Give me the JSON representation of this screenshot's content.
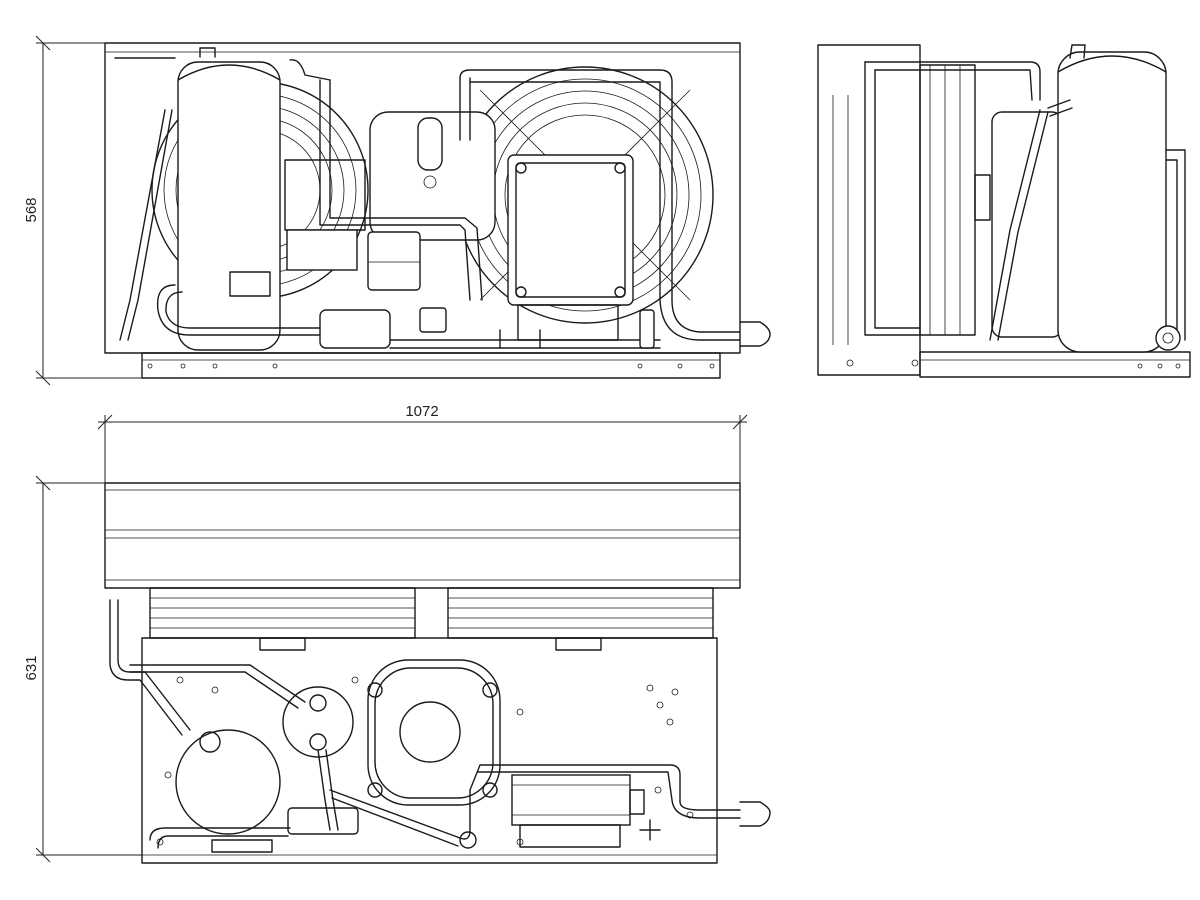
{
  "dimensions": {
    "height": "568",
    "width": "1072",
    "depth": "631"
  },
  "colors": {
    "line": "#1a1a1a",
    "background": "#ffffff"
  }
}
